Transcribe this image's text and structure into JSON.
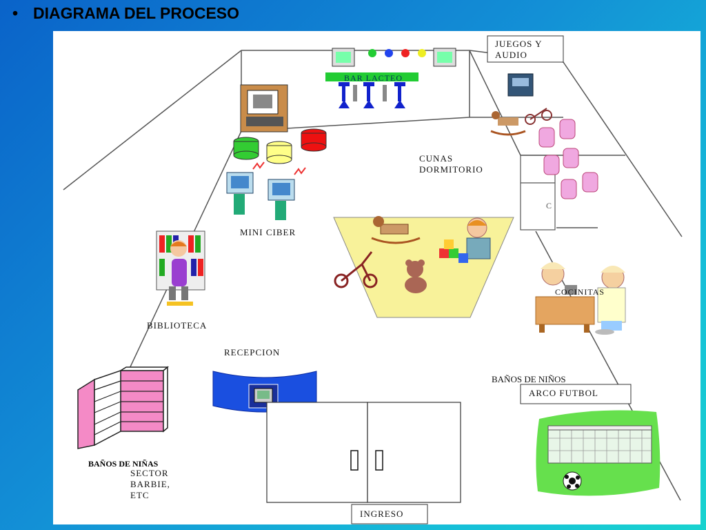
{
  "slide": {
    "bullet": "•",
    "title": "DIAGRAMA DEL PROCESO"
  },
  "labels": {
    "bar_lacteo": "BAR LACTEO",
    "juegos_audio_line1": "JUEGOS Y",
    "juegos_audio_line2": "AUDIO",
    "cunas_line1": "CUNAS",
    "cunas_line2": "DORMITORIO",
    "mini_ciber": "MINI CIBER",
    "biblioteca": "BIBLIOTECA",
    "cocinitas": "COCINITAS",
    "recepcion": "RECEPCION",
    "banos_ninos": "BAÑOS DE NIÑOS",
    "arco_futbol": "ARCO FUTBOL",
    "banos_ninas": "BAÑOS DE NIÑAS",
    "sector_line1": "SECTOR",
    "sector_line2": "BARBIE,",
    "sector_line3": "ETC",
    "ingreso": "INGRESO"
  },
  "colors": {
    "accent_green": "#22cc33",
    "rug_yellow": "#f8f29a",
    "reception_blue": "#1a4fe0",
    "shelf_pink": "#f48ac6",
    "field_green": "#66e04d"
  }
}
